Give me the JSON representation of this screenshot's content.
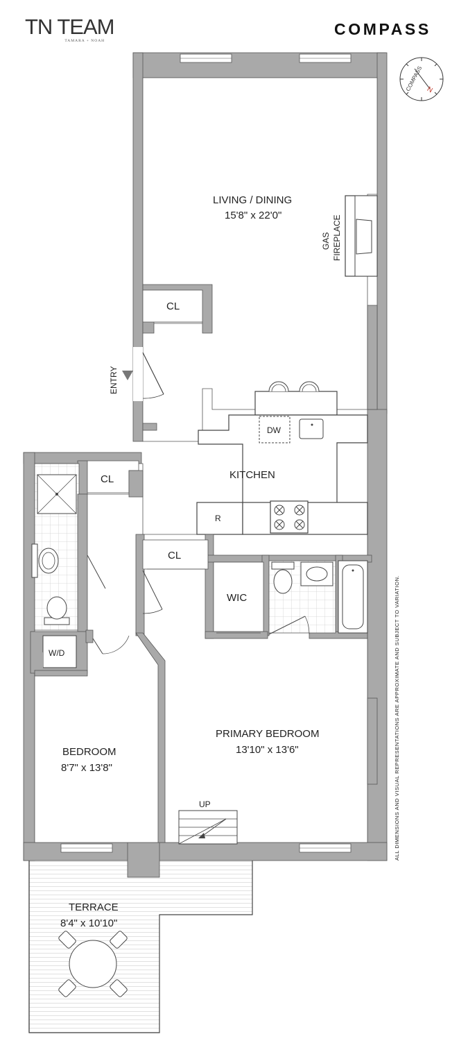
{
  "branding": {
    "team_name": "TN TEAM",
    "team_subtitle": "TAMARA + NOAH",
    "brokerage": "COMPASS"
  },
  "compass_rose": {
    "label": "COMPASS",
    "north": "N"
  },
  "rooms": {
    "living": {
      "name": "LIVING / DINING",
      "size": "15'8\" x 22'0\""
    },
    "fireplace": {
      "line1": "GAS",
      "line2": "FIREPLACE"
    },
    "closet_label": "CL",
    "entry": "ENTRY",
    "kitchen": "KITCHEN",
    "dishwasher": "DW",
    "refrigerator": "R",
    "wic": "WIC",
    "washer_dryer": "W/D",
    "primary": {
      "name": "PRIMARY BEDROOM",
      "size": "13'10\" x 13'6\""
    },
    "bedroom": {
      "name": "BEDROOM",
      "size": "8'7\" x 13'8\""
    },
    "stairs": "UP",
    "terrace": {
      "name": "TERRACE",
      "size": "8'4\" x 10'10\""
    }
  },
  "disclaimer": "ALL DIMENSIONS AND VISUAL REPRESENTATIONS ARE APPROXIMATE AND SUBJECT TO VARIATION."
}
